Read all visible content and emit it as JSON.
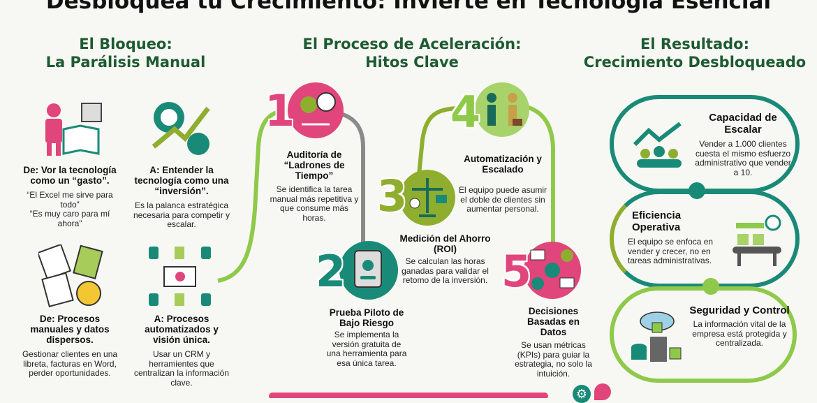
{
  "title": "Desbloquea tu Crecimiento: Invierte en Tecnología Esencial",
  "colors": {
    "heading": "#1e5a32",
    "teal": "#1a8a78",
    "olive": "#8fae2f",
    "pink": "#e0457b",
    "lime": "#8fc94a"
  },
  "blocked": {
    "title_line1": "El Bloqueo:",
    "title_line2": "La Parálisis Manual",
    "items": [
      {
        "icon": "stressed-person-books-icon",
        "heading": "De: Vor la tecnología como un “gasto”.",
        "body_line1": "“El Excel me sirve para todo”",
        "body_line2": "“Es muy caro para mí ahora”"
      },
      {
        "icon": "gear-growth-money-icon",
        "heading": "A: Entender la tecnología como una “inversión”.",
        "body": "Es la palanca estratégica necesaria para competir y escalar."
      },
      {
        "icon": "scattered-papers-confused-face-icon",
        "heading": "De: Procesos manuales y datos dispersos.",
        "body": "Gestionar clientes en una libreta, facturas en Word, perder oportunidades."
      },
      {
        "icon": "centralized-crm-icon",
        "heading": "A: Procesos automatizados y visión única.",
        "body": "Usar un CRM y herramientes que centralizan la información clave."
      }
    ]
  },
  "process": {
    "title_line1": "El Proceso de Aceleración:",
    "title_line2": "Hitos Clave",
    "steps": [
      {
        "number": "1",
        "icon": "gears-clock-icon",
        "heading": "Auditoría de “Ladrones de Tiempo”",
        "body": "Se identifica la tarea manual más repetitiva y que consume más horas."
      },
      {
        "number": "2",
        "icon": "tablet-check-icon",
        "heading": "Prueba Piloto de Bajo Riesgo",
        "body": "Se implementa la versión gratuita de una herramienta para esa única tarea."
      },
      {
        "number": "3",
        "icon": "balance-scale-icon",
        "heading": "Medición del Ahorro (ROI)",
        "body": "Se calculan las horas ganadas para validar el retomo de la inversión."
      },
      {
        "number": "4",
        "icon": "handshake-icon",
        "heading": "Automatización y Escalado",
        "body": "El equipo puede asumir el doble de clientes sin aumentar personal."
      },
      {
        "number": "5",
        "icon": "brain-analytics-icon",
        "heading": "Decisiones Basadas en Datos",
        "body": "Se usan métricas (KPIs) para guiar la estrategia, no solo la intuición."
      }
    ]
  },
  "result": {
    "title_line1": "El Resultado:",
    "title_line2": "Crecimiento Desbloqueado",
    "items": [
      {
        "icon": "growth-team-icon",
        "heading": "Capacidad de Escalar",
        "body": "Vender a 1.000 clientes cuesta el mismo esfuerzo administrativo que vender a 10."
      },
      {
        "icon": "conveyor-belt-icon",
        "heading": "Eficiencia Operativa",
        "body": "El equipo se enfoca en vender y crecer, no en tareas administrativas."
      },
      {
        "icon": "cloud-security-icon",
        "heading": "Seguridad y Control",
        "body": "La información vital de la empresa está protegida y centralizada."
      }
    ]
  }
}
